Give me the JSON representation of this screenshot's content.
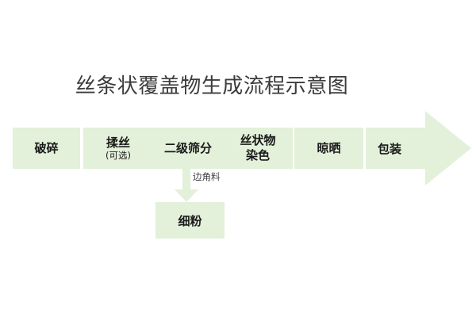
{
  "diagram": {
    "title": "丝条状覆盖物生成流程示意图",
    "background_color": "#ffffff",
    "node_fill_color": "#e3f0da",
    "text_color": "#1a1a1a",
    "title_color": "#3c3c3c",
    "steps": [
      {
        "label": "破碎",
        "sub": ""
      },
      {
        "label": "揉丝",
        "sub": "(可选)"
      },
      {
        "label": "二级筛分",
        "sub": ""
      },
      {
        "label": "丝状物\n染色",
        "line1": "丝状物",
        "line2": "染色",
        "sub": ""
      },
      {
        "label": "晾晒",
        "sub": ""
      }
    ],
    "final_step": {
      "label": "包装",
      "shape": "right-arrow"
    },
    "branch": {
      "edge_label": "边角料",
      "target_label": "细粉",
      "direction": "down"
    }
  }
}
